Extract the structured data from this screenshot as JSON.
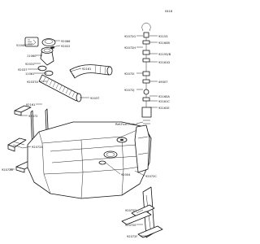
{
  "diagram": {
    "page_code": "0416",
    "reference_text": "Ref.Fuel Pump",
    "parts": {
      "p51049": "51049",
      "p92066": "92066",
      "p11060": "11060",
      "p92022": "92022",
      "p92037": "92037",
      "p92031": "92031",
      "p11061": "11061",
      "p92037a": "92037A",
      "p92161a": "92161",
      "p92037b": "92037",
      "p92161b": "92161",
      "p92072": "92072",
      "p92072a": "92072A",
      "p92072b": "92072B",
      "p92072c": "92072C",
      "p92004": "92004",
      "p92072d": "92072D",
      "p92072e": "92072E",
      "p92072f": "92072F",
      "p92161c": "92161C",
      "p92153": "92153",
      "p92160b": "92160B",
      "p92072g": "92072G",
      "p92193b": "92193/B",
      "p92161d": "92161D",
      "p92072h": "92072H",
      "p49007": "49007",
      "p92072i": "92072I",
      "p92160a": "92160A",
      "p92161e": "92161E",
      "p92072j": "92072J"
    }
  }
}
